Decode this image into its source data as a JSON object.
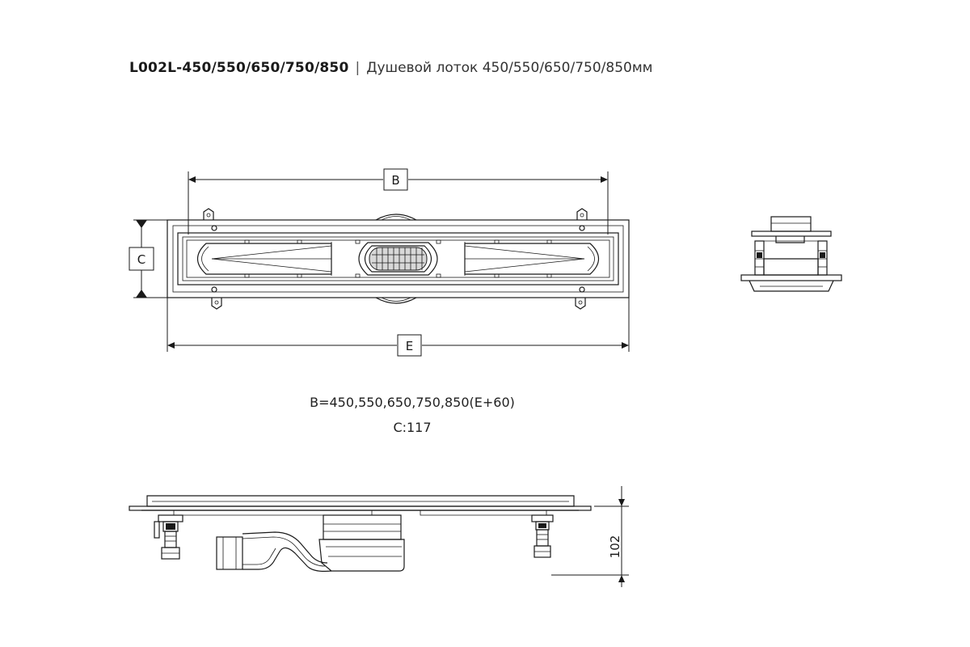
{
  "header": {
    "model": "L002L-450/550/650/750/850",
    "separator": "|",
    "description": "Душевой лоток 450/550/650/750/850мм"
  },
  "dimensions": {
    "b_label": "B",
    "c_label": "C",
    "e_label": "E",
    "height_label": "102"
  },
  "specs": {
    "b_values": "B=450,550,650,750,850(E+60)",
    "c_value": "C:117"
  }
}
